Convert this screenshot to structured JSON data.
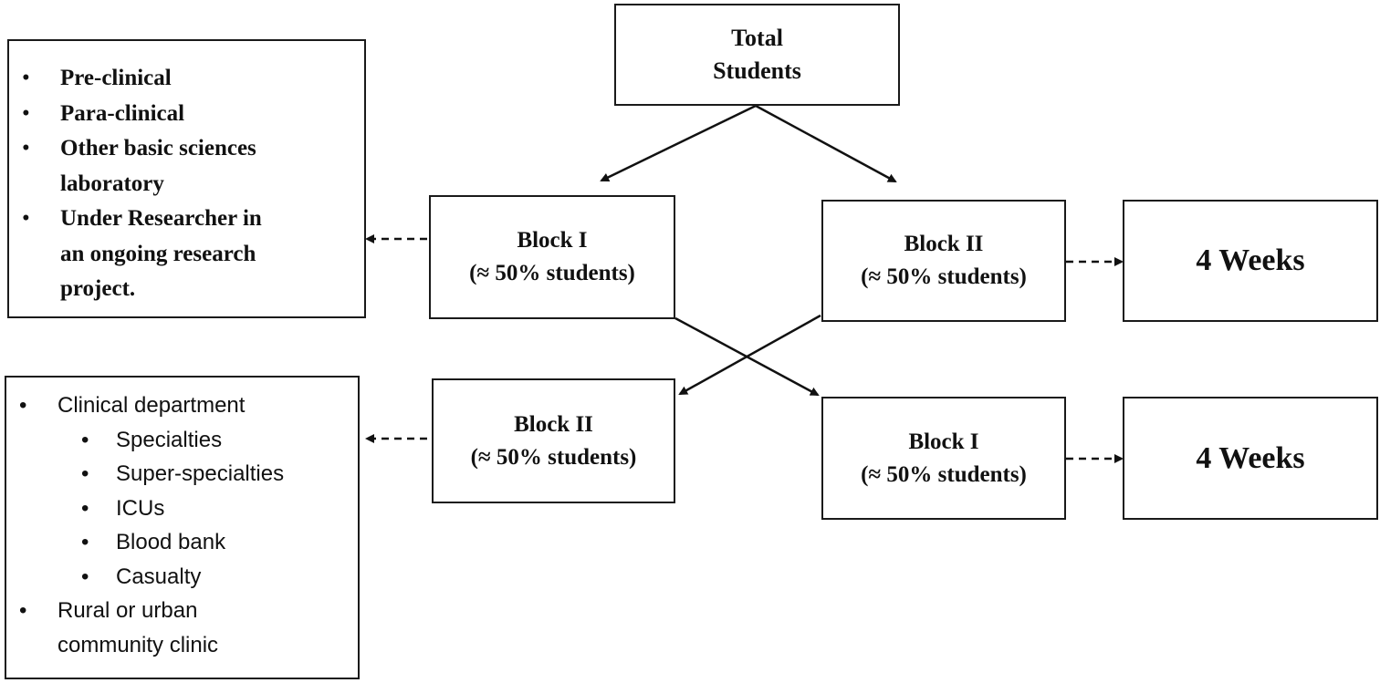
{
  "total": {
    "line1": "Total",
    "line2": "Students"
  },
  "top_left_block": {
    "title": "Block I",
    "share": "(≈ 50% students)"
  },
  "top_right_block": {
    "title": "Block II",
    "share": "(≈ 50% students)"
  },
  "bottom_left_block": {
    "title": "Block II",
    "share": "(≈ 50% students)"
  },
  "bottom_right_block": {
    "title": "Block I",
    "share": "(≈ 50% students)"
  },
  "duration_top": "4 Weeks",
  "duration_bottom": "4 Weeks",
  "basic_list": {
    "items": [
      "Pre-clinical",
      "Para-clinical",
      "Other basic sciences",
      "Under Researcher in"
    ],
    "continuations": [
      "laboratory",
      "an ongoing research",
      "project."
    ]
  },
  "clinical_list": {
    "main": "Clinical department",
    "sub": [
      "Specialties",
      "Super-specialties",
      "ICUs",
      "Blood bank",
      "Casualty"
    ],
    "rural": "Rural or urban",
    "rural_cont": "community clinic"
  }
}
